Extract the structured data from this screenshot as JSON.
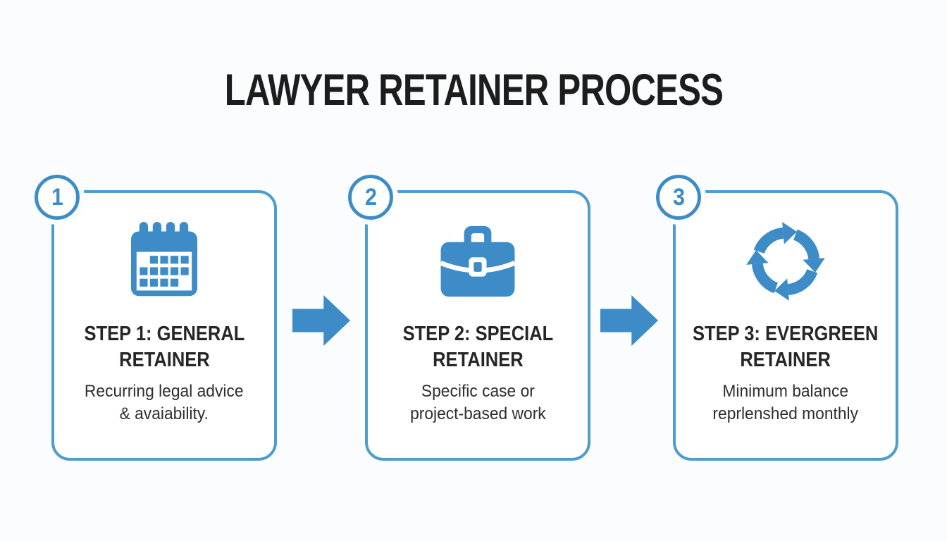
{
  "colors": {
    "accent": "#3e8cc7",
    "card_border": "#4f9ccd",
    "title_text": "#1d1d1d",
    "body_text": "#2e2e2e",
    "background": "#fafcfd"
  },
  "title": "LAWYER RETAINER PROCESS",
  "steps": [
    {
      "number": "1",
      "icon": "calendar-icon",
      "title": "STEP 1: GENERAL\nRETAINER",
      "description": "Recurring legal advice\n& avaiability."
    },
    {
      "number": "2",
      "icon": "briefcase-icon",
      "title": "STEP 2: SPECIAL\nRETAINER",
      "description": "Specific case or\nproject-based work"
    },
    {
      "number": "3",
      "icon": "cycle-icon",
      "title": "STEP 3: EVERGREEN\nRETAINER",
      "description": "Minimum balance\nreprlenshed monthly"
    }
  ]
}
